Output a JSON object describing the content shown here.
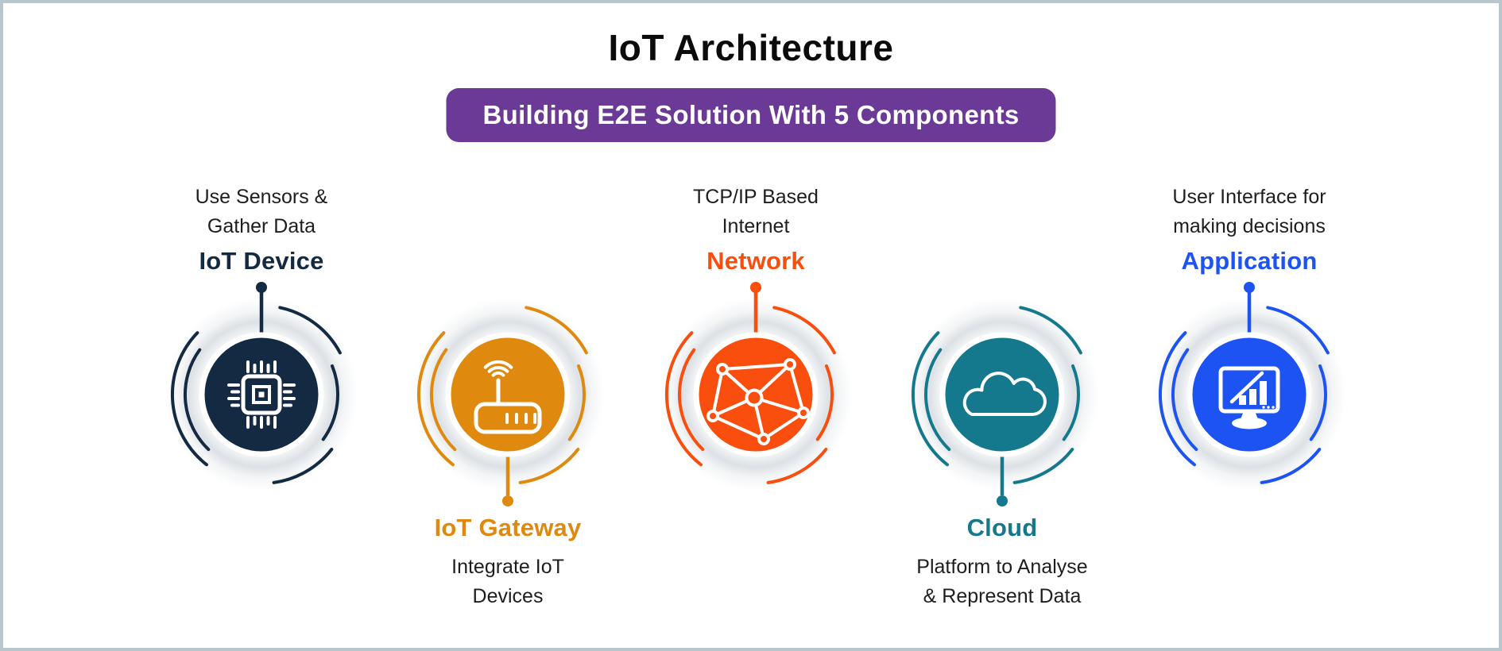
{
  "page": {
    "title": "IoT Architecture",
    "badge": "Building E2E Solution With 5 Components"
  },
  "colors": {
    "badge_bg": "#6b3a97",
    "page_border": "#b9c7cd",
    "description_text": "#1e1e1e",
    "title_text": "#0b0b0b",
    "iot_device_accent": "#132a42",
    "iot_gateway_accent": "#e0890f",
    "network_accent": "#f94e0e",
    "cloud_accent": "#15798e",
    "application_accent": "#1d53f2"
  },
  "components": [
    {
      "id": "iot-device",
      "label": "IoT Device",
      "desc_line1": "Use Sensors &",
      "desc_line2": "Gather Data",
      "color": "#132a42",
      "icon": "chip-icon",
      "text_position": "above"
    },
    {
      "id": "iot-gateway",
      "label": "IoT Gateway",
      "desc_line1": "Integrate IoT",
      "desc_line2": "Devices",
      "color": "#e0890f",
      "icon": "router-icon",
      "text_position": "below"
    },
    {
      "id": "network",
      "label": "Network",
      "desc_line1": "TCP/IP Based",
      "desc_line2": "Internet",
      "color": "#f94e0e",
      "icon": "network-graph-icon",
      "text_position": "above"
    },
    {
      "id": "cloud",
      "label": "Cloud",
      "desc_line1": "Platform to Analyse",
      "desc_line2": "& Represent Data",
      "color": "#15798e",
      "icon": "cloud-icon",
      "text_position": "below"
    },
    {
      "id": "application",
      "label": "Application",
      "desc_line1": "User Interface for",
      "desc_line2": "making decisions",
      "color": "#1d53f2",
      "icon": "monitor-chart-icon",
      "text_position": "above"
    }
  ]
}
